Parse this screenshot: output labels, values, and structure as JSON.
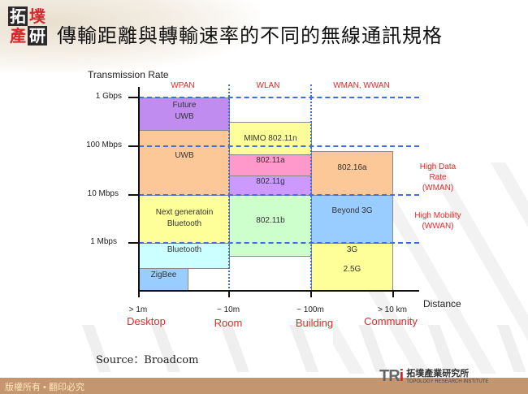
{
  "header": {
    "logo_chars": [
      "拓",
      "墣",
      "產",
      "研"
    ],
    "title": "傳輸距離與轉輸速率的不同的無線通訊規格"
  },
  "chart_data": {
    "type": "diagram",
    "title": "傳輸距離與轉輸速率的不同的無線通訊規格",
    "ylabel": "Transmission Rate",
    "xlabel": "Distance",
    "y_ticks": [
      "1 Gbps",
      "100 Mbps",
      "10 Mbps",
      "1 Mbps"
    ],
    "x_ticks": [
      "> 1m",
      "~ 10m",
      "~ 100m",
      "> 10 km"
    ],
    "x_places": [
      "Desktop",
      "Room",
      "Building",
      "Community"
    ],
    "categories": [
      "WPAN",
      "WLAN",
      "WMAN, WWAN"
    ],
    "side_notes": [
      "High Data Rate (WMAN)",
      "High Mobility (WWAN)"
    ],
    "technologies": [
      {
        "name": "Future UWB",
        "category": "WPAN",
        "rate_min": "100 Mbps",
        "rate_max": "1 Gbps",
        "color": "#c08cf0"
      },
      {
        "name": "UWB",
        "category": "WPAN",
        "rate_min": "10 Mbps",
        "rate_max": "100 Mbps+",
        "color": "#fdc898"
      },
      {
        "name": "Next generatoin Bluetooth",
        "category": "WPAN",
        "rate_min": "1 Mbps",
        "rate_max": "10 Mbps",
        "color": "#ffff99"
      },
      {
        "name": "Bluetooth",
        "category": "WPAN",
        "rate_min": "<1 Mbps",
        "rate_max": "1 Mbps",
        "color": "#ccffff"
      },
      {
        "name": "ZigBee",
        "category": "WPAN",
        "rate_min": "lowest",
        "rate_max": "<1 Mbps",
        "color": "#99ccff"
      },
      {
        "name": "MIMO 802.11n",
        "category": "WLAN",
        "rate_min": "~100 Mbps",
        "rate_max": ">100 Mbps",
        "color": "#ffff99"
      },
      {
        "name": "802.11a",
        "category": "WLAN",
        "rate_min": "~54 Mbps",
        "rate_max": "~100 Mbps",
        "color": "#ff99cc"
      },
      {
        "name": "802.11g",
        "category": "WLAN",
        "rate_min": "10 Mbps",
        "rate_max": "~54 Mbps",
        "color": "#cc99ff"
      },
      {
        "name": "802.11b",
        "category": "WLAN",
        "rate_min": "<1 Mbps",
        "rate_max": "10 Mbps",
        "color": "#ccffcc"
      },
      {
        "name": "802.16a",
        "category": "WMAN, WWAN",
        "rate_min": "10 Mbps",
        "rate_max": "~100 Mbps",
        "color": "#fdc898"
      },
      {
        "name": "Beyond 3G",
        "category": "WMAN, WWAN",
        "rate_min": "1 Mbps",
        "rate_max": "10 Mbps",
        "color": "#99ccff"
      },
      {
        "name": "3G / 2.5G",
        "category": "WMAN, WWAN",
        "rate_min": "lowest",
        "rate_max": "1 Mbps",
        "color": "#ffff99"
      }
    ]
  },
  "chart": {
    "ylabel": "Transmission Rate",
    "xlabel": "Distance",
    "y_ticks": [
      "1 Gbps",
      "100 Mbps",
      "10 Mbps",
      "1 Mbps"
    ],
    "categories": [
      "WPAN",
      "WLAN",
      "WMAN, WWAN"
    ],
    "x_ticks": [
      "> 1m",
      "~ 10m",
      "~ 100m",
      "> 10 km"
    ],
    "x_places": [
      "Desktop",
      "Room",
      "Building",
      "Community"
    ],
    "side_notes": {
      "high_data": [
        "High Data",
        "Rate",
        "(WMAN)"
      ],
      "high_mobility": [
        "High Mobility",
        "(WWAN)"
      ]
    },
    "boxes": {
      "future_uwb": [
        "Future",
        "UWB"
      ],
      "uwb": "UWB",
      "next_bt": [
        "Next generatoin",
        "Bluetooth"
      ],
      "bluetooth": "Bluetooth",
      "zigbee": "ZigBee",
      "mimo": "MIMO 802.11n",
      "a": "802.11a",
      "g": "802.11g",
      "b": "802.11b",
      "wimax": "802.16a",
      "beyond3g": "Beyond 3G",
      "g3": "3G",
      "g25": "2.5G"
    }
  },
  "source": "Source：Broadcom",
  "footer": {
    "copyright": "版權所有 • 翻印必究",
    "logo_mark": "TR",
    "logo_mark_i": "i",
    "org_cn": "拓墣產業研究所",
    "org_en": "TOPOLOGY RESEARCH INSTITUTE"
  }
}
